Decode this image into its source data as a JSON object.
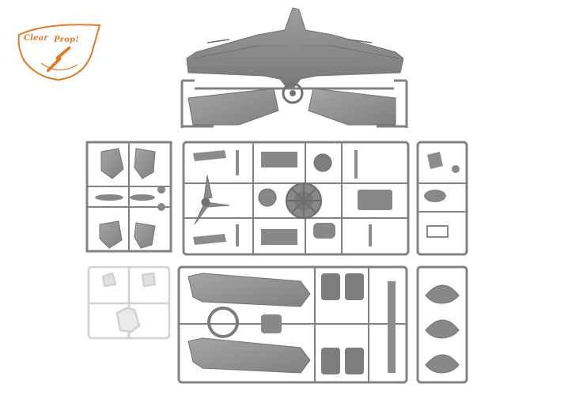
{
  "brand": {
    "logo_word_1": "Clear",
    "logo_word_2": "Prop!",
    "logo_color": "#e07b27"
  },
  "photo": {
    "plastic_color": "#8e9092",
    "clear_part_color": "#e6e8ea",
    "background_color": "#ffffff",
    "sprues": [
      "upper-wing-sprue",
      "left-sprue",
      "center-sprue",
      "right-small-sprue",
      "clear-parts-sprue",
      "fuselage-sprue",
      "cowling-sprue"
    ]
  }
}
